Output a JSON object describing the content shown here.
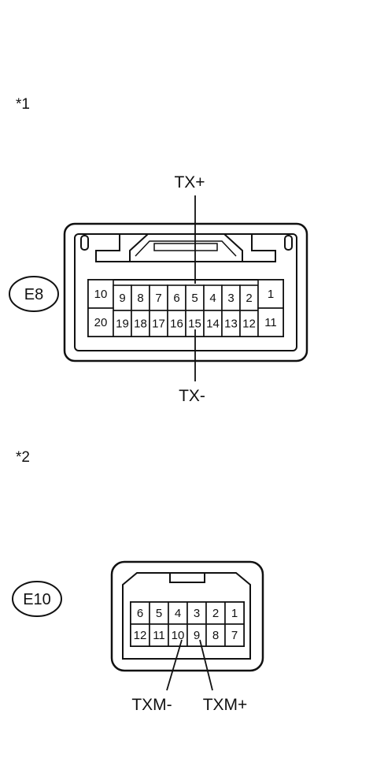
{
  "sections": [
    {
      "ref": "*1",
      "connector_id": "E8",
      "signal_top": "TX+",
      "signal_bottom": "TX-",
      "pins_top": [
        "10",
        "9",
        "8",
        "7",
        "6",
        "5",
        "4",
        "3",
        "2",
        "1"
      ],
      "pins_bottom": [
        "20",
        "19",
        "18",
        "17",
        "16",
        "15",
        "14",
        "13",
        "12",
        "11"
      ]
    },
    {
      "ref": "*2",
      "connector_id": "E10",
      "signal_left": "TXM-",
      "signal_right": "TXM+",
      "pins_top": [
        "6",
        "5",
        "4",
        "3",
        "2",
        "1"
      ],
      "pins_bottom": [
        "12",
        "11",
        "10",
        "9",
        "8",
        "7"
      ]
    }
  ]
}
